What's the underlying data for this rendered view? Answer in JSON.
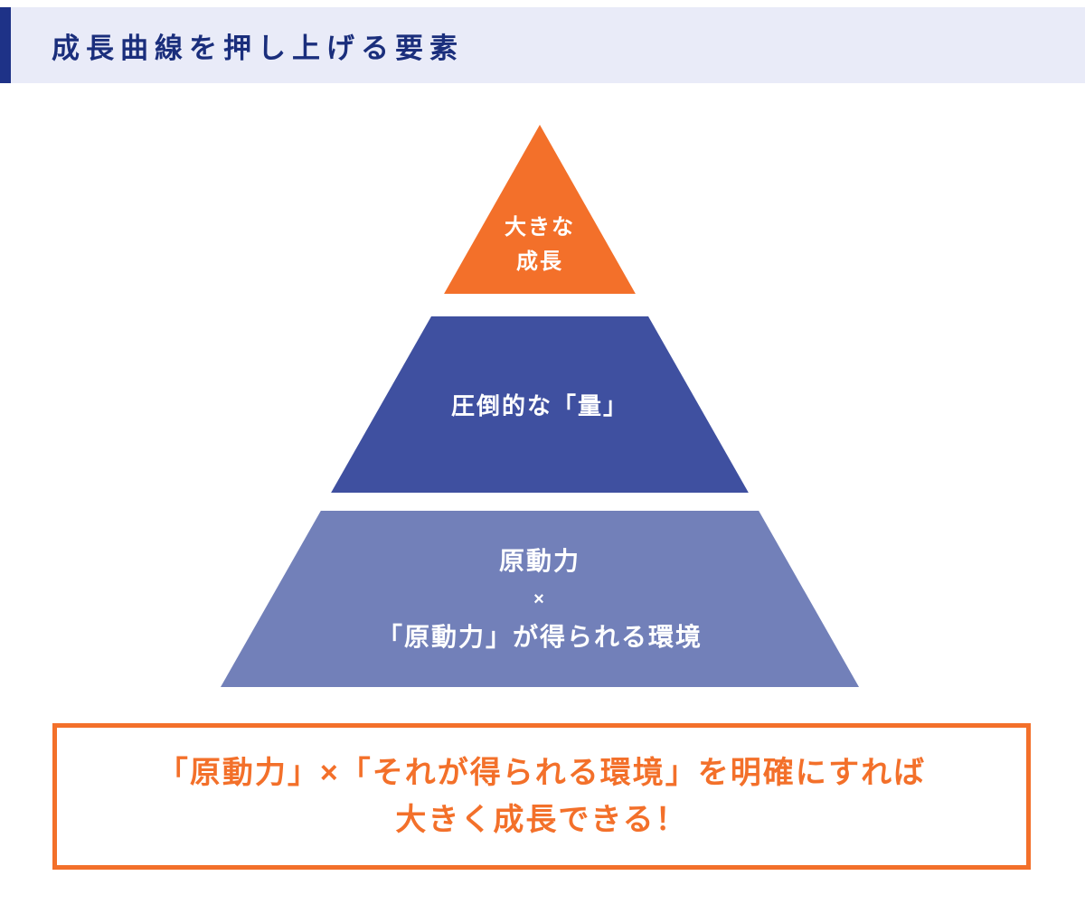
{
  "header": {
    "title": "成長曲線を押し上げる要素"
  },
  "pyramid": {
    "tiers": [
      {
        "name": "top",
        "color": "#F3702A",
        "lines": [
          "大きな",
          "成長"
        ]
      },
      {
        "name": "middle",
        "color": "#3F50A0",
        "lines": [
          "圧倒的な「量」"
        ]
      },
      {
        "name": "bottom",
        "color": "#7280B9",
        "lines": [
          "原動力",
          "×",
          "「原動力」が得られる環境"
        ]
      }
    ]
  },
  "conclusion": {
    "line1": "「原動力」×「それが得られる環境」を明確にすれば",
    "line2": "大きく成長できる！",
    "border_color": "#F3702A",
    "text_color": "#F3702A"
  },
  "colors": {
    "header_band_bg": "#E9EBF8",
    "header_accent": "#1E3287",
    "title_text": "#1A2E7C",
    "tier_top": "#F3702A",
    "tier_middle": "#3F50A0",
    "tier_bottom": "#7280B9",
    "tier_text": "#FFFFFF",
    "page_bg": "#FFFFFF"
  }
}
